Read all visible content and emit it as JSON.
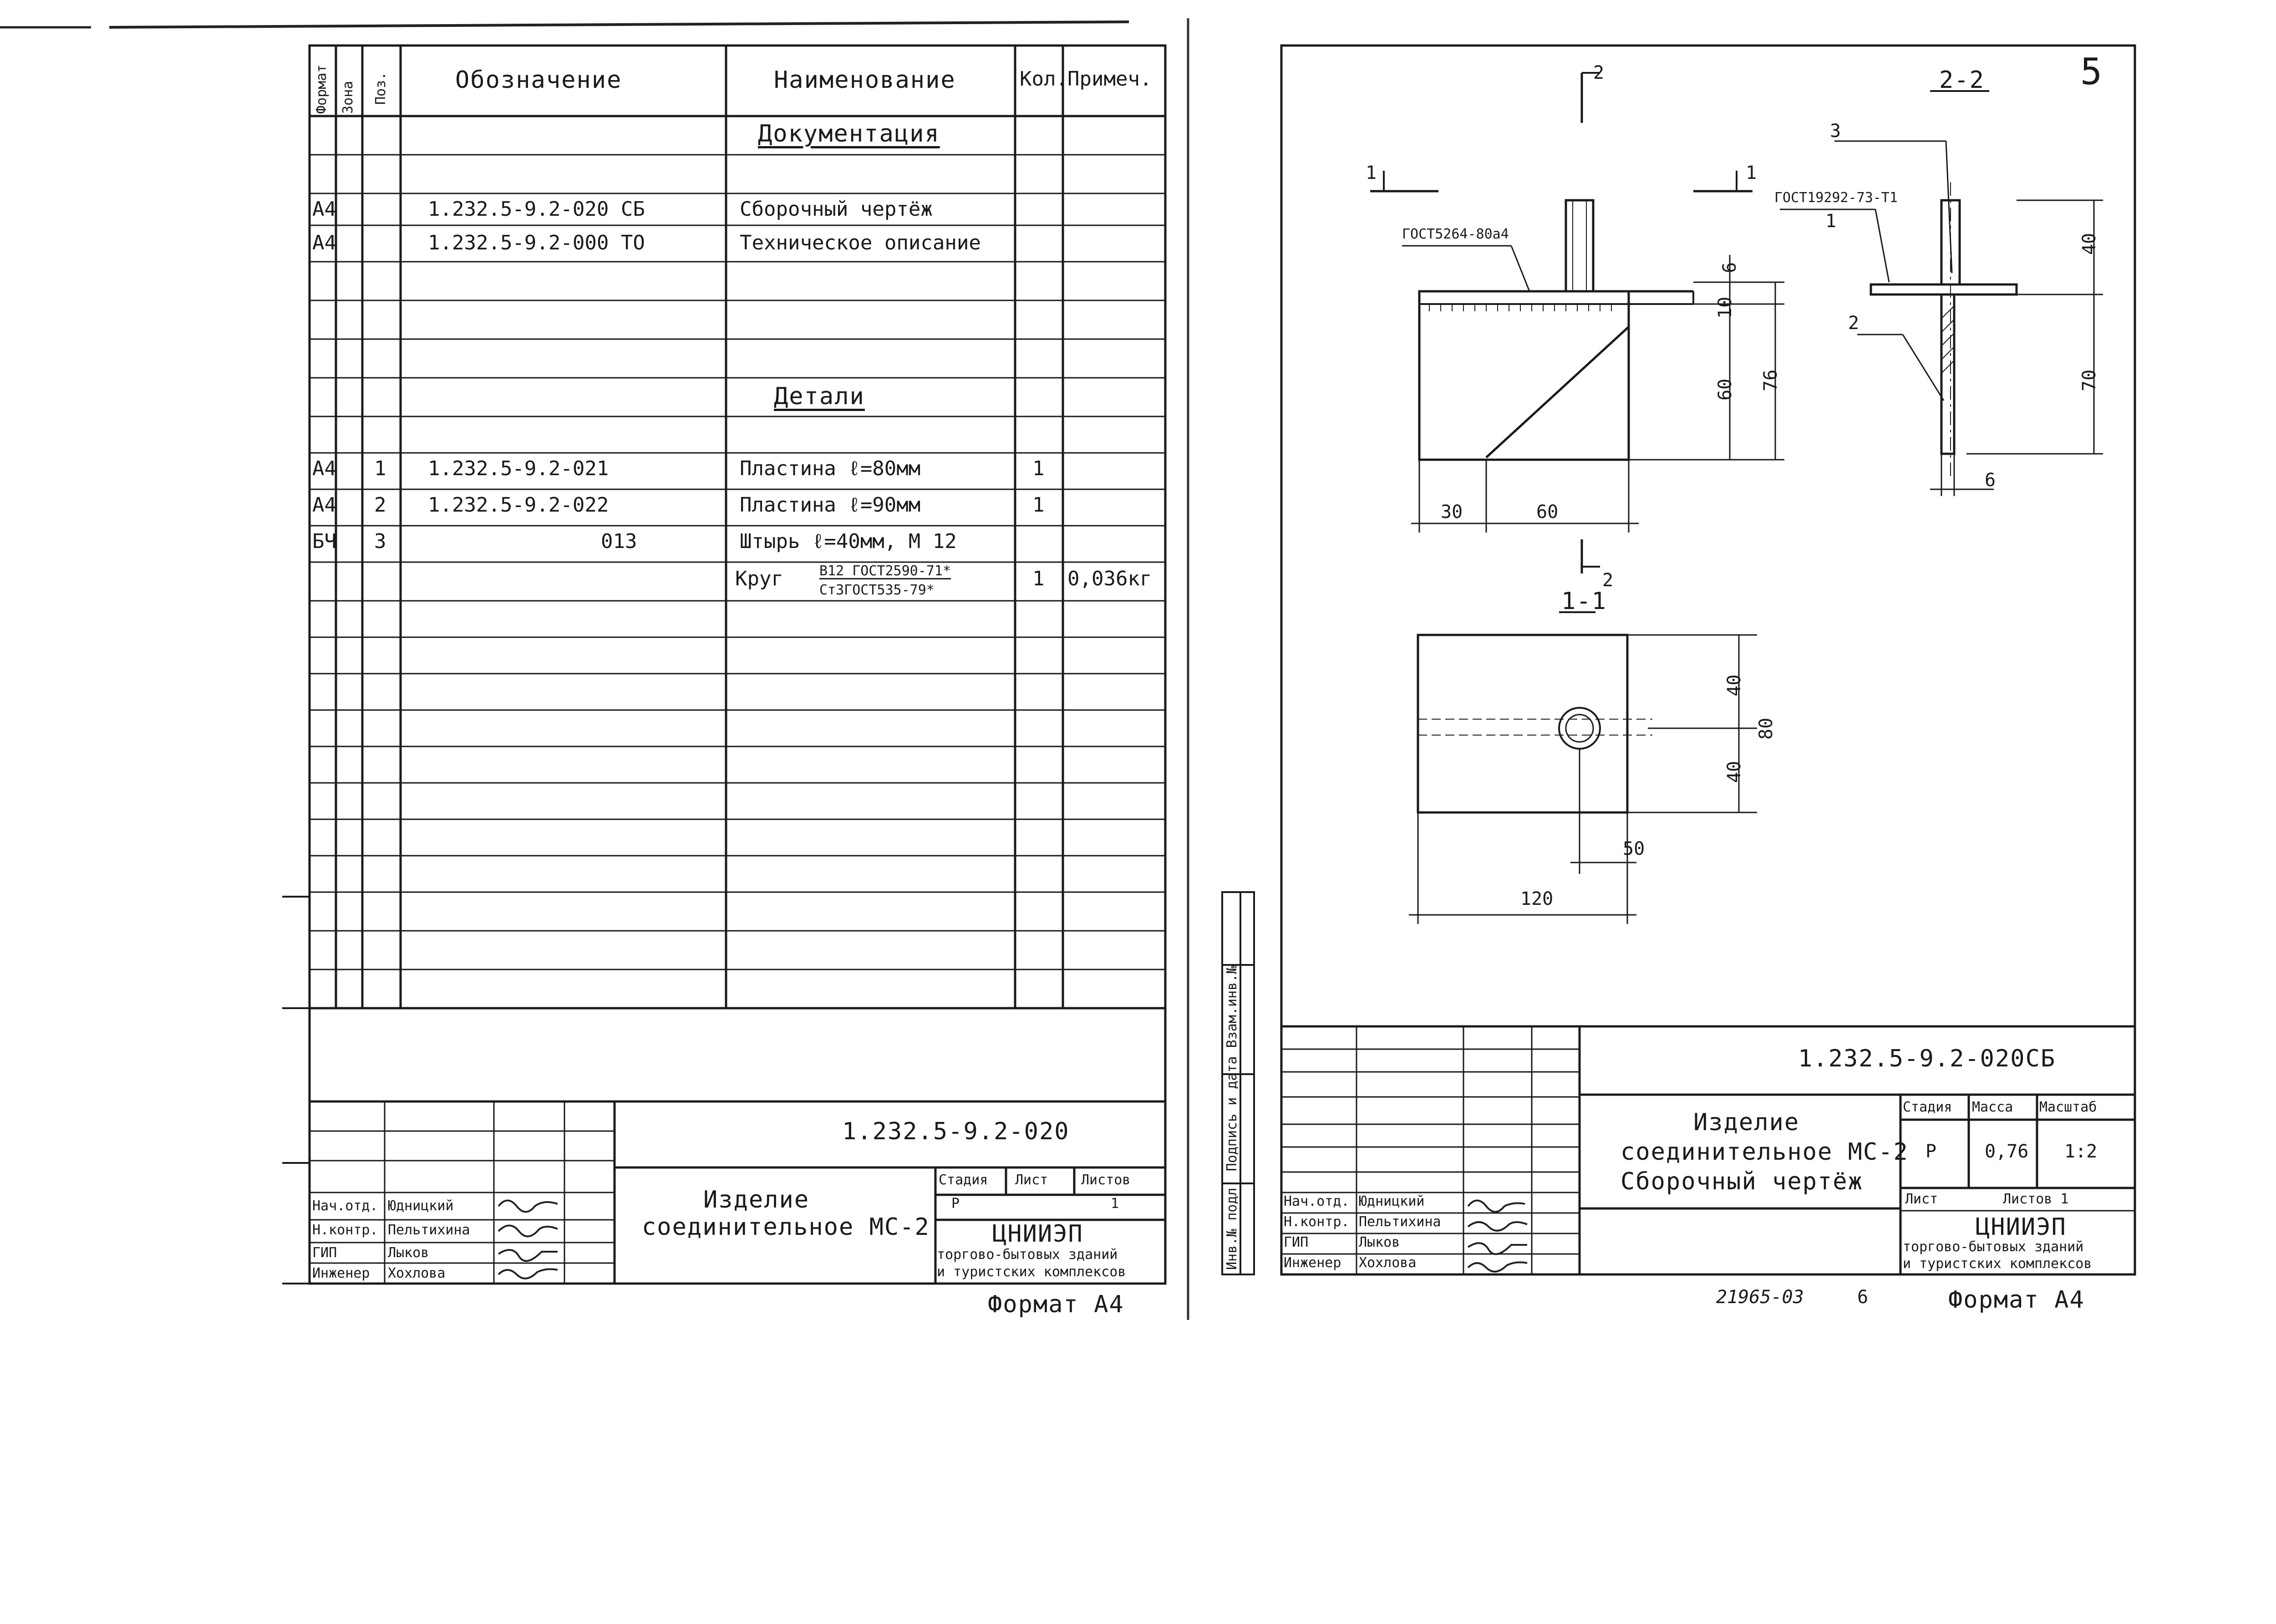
{
  "spec": {
    "header": {
      "format": "Формат",
      "zone": "Зона",
      "pos": "Поз.",
      "designation": "Обозначение",
      "name": "Наименование",
      "qty": "Кол.",
      "note": "Примеч."
    },
    "section_docs": "Документация",
    "section_parts": "Детали",
    "rows": [
      {
        "fmt": "А4",
        "pos": "",
        "desig": "1.232.5-9.2-020 СБ",
        "name": "Сборочный чертёж",
        "qty": "",
        "note": ""
      },
      {
        "fmt": "А4",
        "pos": "",
        "desig": "1.232.5-9.2-000 ТО",
        "name": "Техническое описание",
        "qty": "",
        "note": ""
      },
      {
        "fmt": "А4",
        "pos": "1",
        "desig": "1.232.5-9.2-021",
        "name": "Пластина   ℓ=80мм",
        "qty": "1",
        "note": ""
      },
      {
        "fmt": "А4",
        "pos": "2",
        "desig": "1.232.5-9.2-022",
        "name": "Пластина   ℓ=90мм",
        "qty": "1",
        "note": ""
      },
      {
        "fmt": "БЧ",
        "pos": "3",
        "desig": "013",
        "name": "Штырь ℓ=40мм, М 12",
        "qty": "",
        "note": ""
      }
    ],
    "krug": {
      "label": "Круг",
      "num": "В12 ГОСТ2590-71*",
      "den": "Ст3ГОСТ535-79*",
      "qty": "1",
      "note": "0,036кг"
    },
    "title_block": {
      "code": "1.232.5-9.2-020",
      "title_line1": "Изделие",
      "title_line2": "соединительное МС-2",
      "stage_label": "Стадия",
      "sheet_label": "Лист",
      "sheets_label": "Листов",
      "stage_value": "Р",
      "sheets_value": "1",
      "org": "ЦНИИЭП",
      "org_line1": "торгово-бытовых зданий",
      "org_line2": "и туристских комплексов",
      "people": [
        {
          "role": "Нач.отд.",
          "name": "Юдницкий"
        },
        {
          "role": "Н.контр.",
          "name": "Пельтихина"
        },
        {
          "role": "ГИП",
          "name": "Лыков"
        },
        {
          "role": "Инженер",
          "name": "Хохлова"
        }
      ]
    },
    "format_label": "Формат А4"
  },
  "drawing": {
    "page_no": "5",
    "section_22": "2-2",
    "section_11": "1-1",
    "cut_labels": {
      "a": "2",
      "b": "1",
      "c": "1",
      "d": "2"
    },
    "leader_labels": {
      "p1": "1",
      "p2": "2",
      "p3": "3"
    },
    "gost_weld_left": "ГОСТ5264-80а4",
    "gost_weld_right": "ГОСТ19292-73-Т1",
    "dims": {
      "d6": "6",
      "d10": "10",
      "d60v": "60",
      "d76": "76",
      "d30": "30",
      "d60h": "60",
      "d40r": "40",
      "d70": "70",
      "d6b": "6",
      "d40a": "40",
      "d40b": "40",
      "d80": "80",
      "d50": "50",
      "d120": "120"
    },
    "side_stamp": "Инв.№ подл.    Подпись и дата    Взам.инв.№",
    "title_block": {
      "code": "1.232.5-9.2-020СБ",
      "title_line1": "Изделие",
      "title_line2": "соединительное МС-2",
      "title_line3": "Сборочный чертёж",
      "stage_label": "Стадия",
      "mass_label": "Масса",
      "scale_label": "Масштаб",
      "stage_value": "Р",
      "mass_value": "0,76",
      "scale_value": "1:2",
      "sheet_label": "Лист",
      "sheets_label": "Листов 1",
      "org": "ЦНИИЭП",
      "org_line1": "торгово-бытовых зданий",
      "org_line2": "и туристских комплексов",
      "people": [
        {
          "role": "Нач.отд.",
          "name": "Юдницкий"
        },
        {
          "role": "Н.контр.",
          "name": "Пельтихина"
        },
        {
          "role": "ГИП",
          "name": "Лыков"
        },
        {
          "role": "Инженер",
          "name": "Хохлова"
        }
      ]
    },
    "archive_no": "21965-03",
    "archive_page": "6",
    "format_label": "Формат А4"
  }
}
